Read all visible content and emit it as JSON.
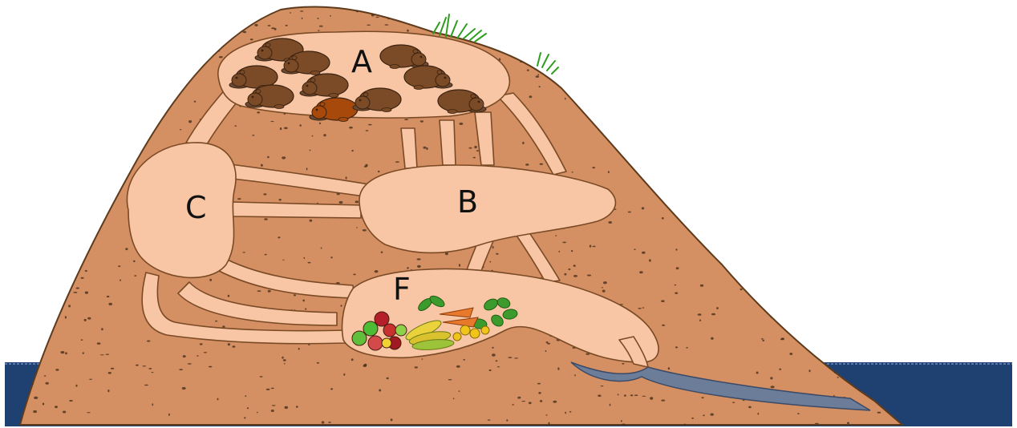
{
  "labels": {
    "a": "A",
    "b": "B",
    "c": "C",
    "f": "F"
  },
  "colors": {
    "water": "#1e4172",
    "mound": "#d48f62",
    "mound_outline": "#5e3b1d",
    "chamber": "#f8c6a4",
    "chamber_outline": "#7a4a26",
    "tunnel_water": "#6b7d99",
    "speckle": "#3e2a18",
    "grass": "#2f9e1f",
    "beaver_dark": "#7b4a26",
    "beaver_light": "#a8490c",
    "beaver_outline": "#3a2210"
  },
  "icons": {
    "mound": "lodge-mound-icon",
    "beaver": "beaver-icon",
    "food": "food-pile-icon",
    "grass": "grass-tuft-icon"
  }
}
